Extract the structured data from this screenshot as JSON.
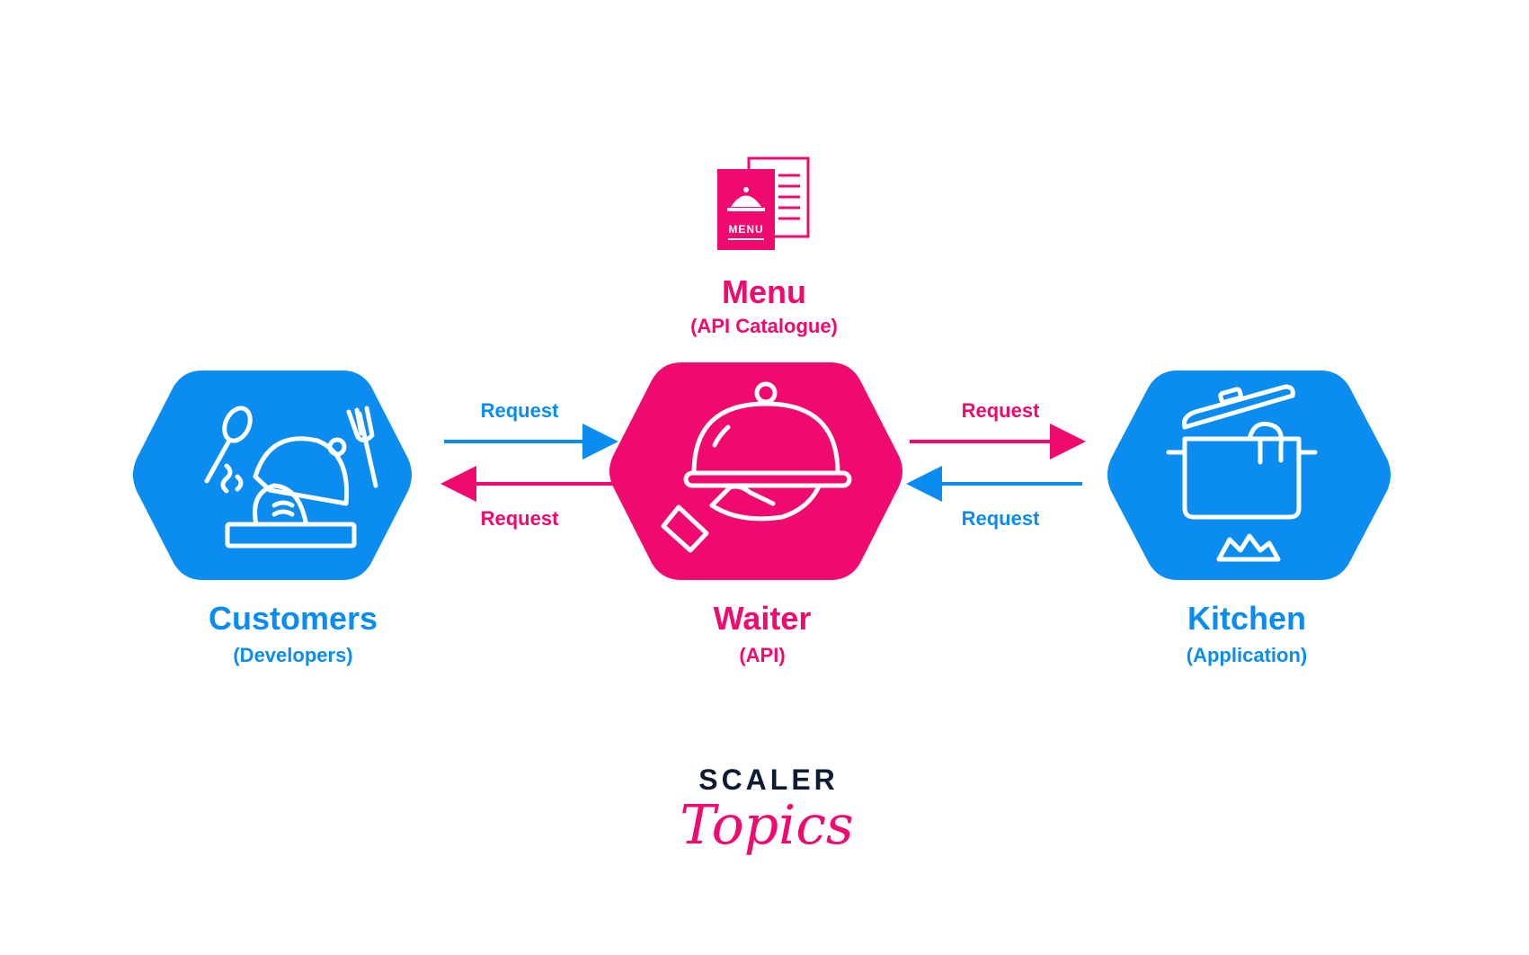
{
  "colors": {
    "blue": "#0A8CF0",
    "pink": "#F0096E",
    "dark": "#0F1B33",
    "white": "#FFFFFF"
  },
  "menu": {
    "icon": "menu-book-icon",
    "icon_text": "MENU",
    "title": "Menu",
    "subtitle": "(API Catalogue)"
  },
  "nodes": {
    "customers": {
      "icon": "covered-dish-with-cutlery-icon",
      "title": "Customers",
      "subtitle": "(Developers)"
    },
    "waiter": {
      "icon": "serving-tray-in-hand-icon",
      "title": "Waiter",
      "subtitle": "(API)"
    },
    "kitchen": {
      "icon": "cooking-pot-on-stove-icon",
      "title": "Kitchen",
      "subtitle": "(Application)"
    }
  },
  "arrows": {
    "customers_to_waiter": {
      "label": "Request",
      "color": "#0A8CF0"
    },
    "waiter_to_customers": {
      "label": "Request",
      "color": "#F0096E"
    },
    "waiter_to_kitchen": {
      "label": "Request",
      "color": "#F0096E"
    },
    "kitchen_to_waiter": {
      "label": "Request",
      "color": "#0A8CF0"
    }
  },
  "logo": {
    "line1": "SCALER",
    "line2": "Topics"
  }
}
